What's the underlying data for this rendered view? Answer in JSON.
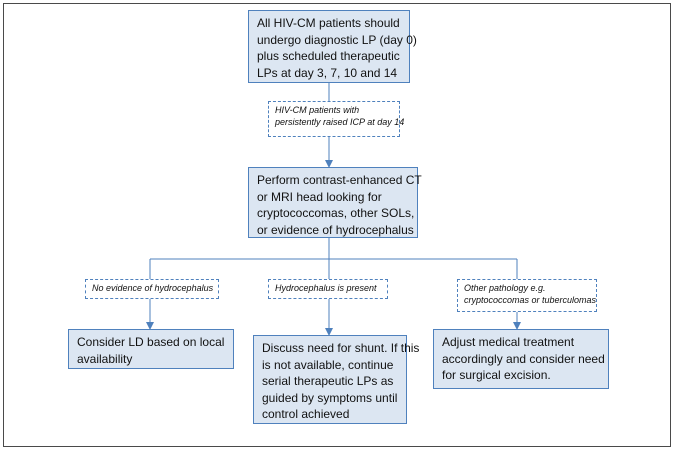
{
  "flowchart": {
    "start_box": {
      "lines": [
        "All HIV-CM patients should",
        "undergo diagnostic LP (day 0)",
        "plus scheduled therapeutic",
        "LPs at day 3, 7, 10 and 14"
      ]
    },
    "condition_icp": {
      "lines": [
        "HIV-CM patients with",
        "persistently raised ICP at day 14"
      ]
    },
    "imaging_box": {
      "lines": [
        "Perform contrast-enhanced CT",
        "or MRI head looking for",
        "cryptococcomas, other SOLs,",
        "or evidence of hydrocephalus"
      ]
    },
    "branches": [
      {
        "condition": [
          "No evidence of hydrocephalus"
        ],
        "action": [
          "Consider LD based on local",
          "availability"
        ]
      },
      {
        "condition": [
          "Hydrocephalus is present"
        ],
        "action": [
          "Discuss need for shunt. If this",
          "is not available, continue",
          "serial therapeutic LPs as",
          "guided by symptoms until",
          "control achieved"
        ]
      },
      {
        "condition": [
          "Other pathology e.g.",
          "cryptococcomas or tuberculomas"
        ],
        "action": [
          "Adjust medical treatment",
          "accordingly and consider need",
          "for surgical excision."
        ]
      }
    ]
  },
  "colors": {
    "box_fill": "#dce6f2",
    "box_border": "#4f81bd",
    "connector": "#4f81bd",
    "frame": "#4a4a4a"
  }
}
